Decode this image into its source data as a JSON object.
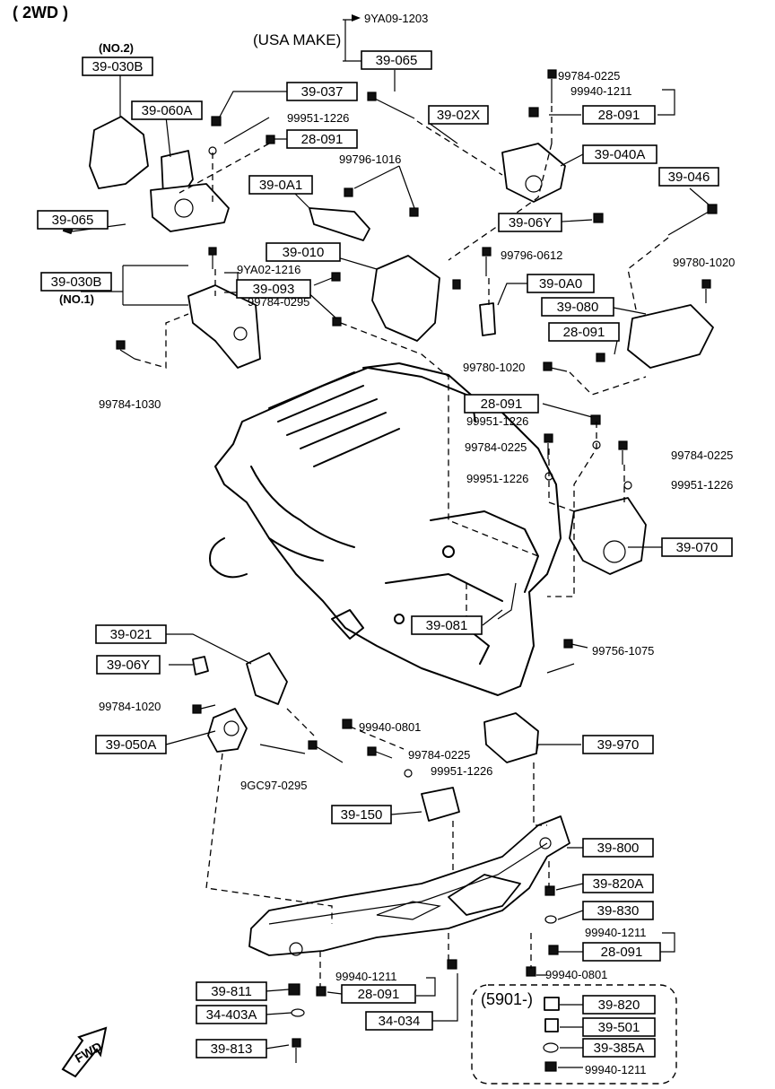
{
  "header": {
    "variant": "( 2WD )",
    "usa_make": "(USA MAKE)",
    "usa_make_ref": "9YA09-1203"
  },
  "notes": {
    "no2": "(NO.2)",
    "no1": "(NO.1)",
    "serial": "(5901-)",
    "fwd": "FWD"
  },
  "boxed_parts": [
    {
      "id": "39-030B"
    },
    {
      "id": "39-060A"
    },
    {
      "id": "39-037"
    },
    {
      "id": "28-091"
    },
    {
      "id": "39-065"
    },
    {
      "id": "39-065"
    },
    {
      "id": "39-02X"
    },
    {
      "id": "28-091"
    },
    {
      "id": "39-040A"
    },
    {
      "id": "39-0A1"
    },
    {
      "id": "39-06Y"
    },
    {
      "id": "39-046"
    },
    {
      "id": "39-010"
    },
    {
      "id": "39-030B"
    },
    {
      "id": "39-093"
    },
    {
      "id": "39-0A0"
    },
    {
      "id": "39-080"
    },
    {
      "id": "28-091"
    },
    {
      "id": "28-091"
    },
    {
      "id": "39-070"
    },
    {
      "id": "39-081"
    },
    {
      "id": "39-021"
    },
    {
      "id": "39-06Y"
    },
    {
      "id": "39-050A"
    },
    {
      "id": "39-970"
    },
    {
      "id": "39-150"
    },
    {
      "id": "39-800"
    },
    {
      "id": "39-820A"
    },
    {
      "id": "39-830"
    },
    {
      "id": "28-091"
    },
    {
      "id": "39-811"
    },
    {
      "id": "28-091"
    },
    {
      "id": "34-403A"
    },
    {
      "id": "34-034"
    },
    {
      "id": "39-813"
    },
    {
      "id": "39-820"
    },
    {
      "id": "39-501"
    },
    {
      "id": "39-385A"
    }
  ],
  "part_numbers": [
    {
      "id": "99784-0225"
    },
    {
      "id": "99940-1211"
    },
    {
      "id": "99951-1226"
    },
    {
      "id": "99796-1016"
    },
    {
      "id": "99796-0612"
    },
    {
      "id": "99780-1020"
    },
    {
      "id": "9YA02-1216"
    },
    {
      "id": "99784-0295"
    },
    {
      "id": "99784-1030"
    },
    {
      "id": "99780-1020"
    },
    {
      "id": "99951-1226"
    },
    {
      "id": "99784-0225"
    },
    {
      "id": "99784-0225"
    },
    {
      "id": "99951-1226"
    },
    {
      "id": "99951-1226"
    },
    {
      "id": "99756-1075"
    },
    {
      "id": "99784-1020"
    },
    {
      "id": "99940-0801"
    },
    {
      "id": "99784-0225"
    },
    {
      "id": "99951-1226"
    },
    {
      "id": "9GC97-0295"
    },
    {
      "id": "99940-1211"
    },
    {
      "id": "99940-0801"
    },
    {
      "id": "99940-1211"
    },
    {
      "id": "99940-1211"
    }
  ]
}
